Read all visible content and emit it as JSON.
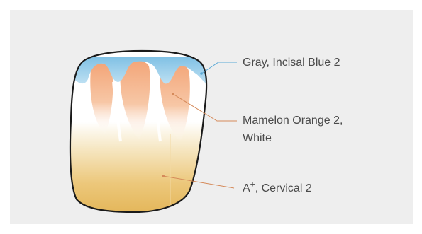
{
  "callouts": {
    "incisal": {
      "text": "Gray, Incisal Blue 2",
      "line_color": "#5aa9d6"
    },
    "mamelon": {
      "line1": "Mamelon Orange 2,",
      "line2": "White",
      "line_color": "#d58a5a"
    },
    "body": {
      "text_main": "A",
      "text_sup": "+",
      "text_rest": ", Cervical 2",
      "line_color": "#d58a5a"
    }
  },
  "colors": {
    "background_panel": "#eeeeee",
    "incisal_blue": "#8fcbe9",
    "mamelon_orange": "#f0a57a",
    "cervical_gold": "#e6b85c",
    "outline": "#1a1a1a"
  }
}
